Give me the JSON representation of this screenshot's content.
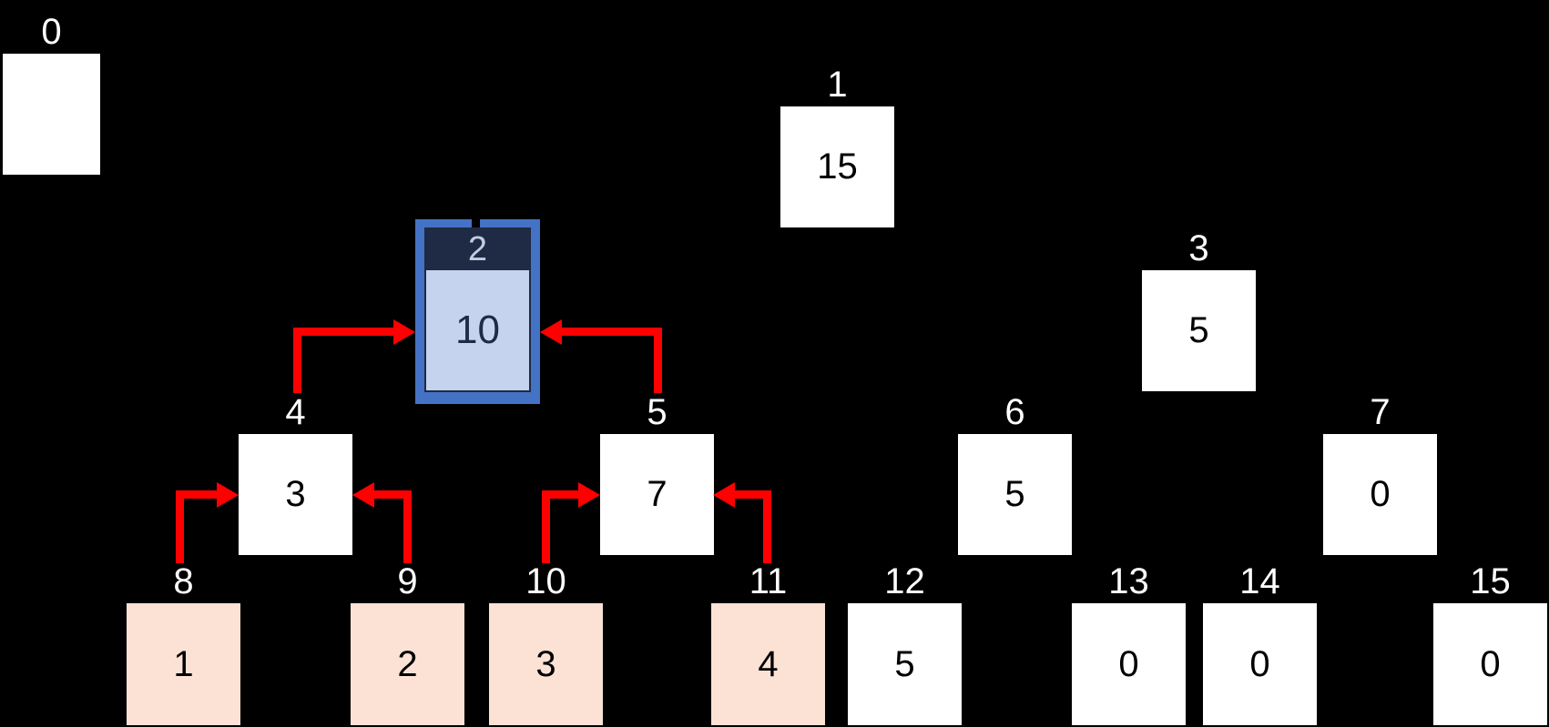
{
  "diagram": {
    "kind": "segment-tree-array",
    "background": "#000000"
  },
  "colors": {
    "node_fill": "#ffffff",
    "leaf_fill": "#fbe2d5",
    "selected_border": "#4472c4",
    "selected_header_bg": "#1f2a44",
    "selected_header_text": "#c3cce0",
    "selected_body_bg": "#c5d3ee",
    "selected_body_text": "#1f2a44",
    "arrow": "#ff0000",
    "index_label_text": "#ffffff",
    "value_text": "#000000"
  },
  "nodes": [
    {
      "id": "0",
      "label": "0",
      "value": "",
      "style": "empty"
    },
    {
      "id": "1",
      "label": "1",
      "value": "15",
      "style": "plain"
    },
    {
      "id": "2",
      "label": "2",
      "value": "10",
      "style": "selected"
    },
    {
      "id": "3",
      "label": "3",
      "value": "5",
      "style": "plain"
    },
    {
      "id": "4",
      "label": "4",
      "value": "3",
      "style": "plain"
    },
    {
      "id": "5",
      "label": "5",
      "value": "7",
      "style": "plain"
    },
    {
      "id": "6",
      "label": "6",
      "value": "5",
      "style": "plain"
    },
    {
      "id": "7",
      "label": "7",
      "value": "0",
      "style": "plain"
    },
    {
      "id": "8",
      "label": "8",
      "value": "1",
      "style": "leaf"
    },
    {
      "id": "9",
      "label": "9",
      "value": "2",
      "style": "leaf"
    },
    {
      "id": "10",
      "label": "10",
      "value": "3",
      "style": "leaf"
    },
    {
      "id": "11",
      "label": "11",
      "value": "4",
      "style": "leaf"
    },
    {
      "id": "12",
      "label": "12",
      "value": "5",
      "style": "plain"
    },
    {
      "id": "13",
      "label": "13",
      "value": "0",
      "style": "plain"
    },
    {
      "id": "14",
      "label": "14",
      "value": "0",
      "style": "plain"
    },
    {
      "id": "15",
      "label": "15",
      "value": "0",
      "style": "plain"
    }
  ],
  "arrows": [
    {
      "from": "8",
      "to": "4"
    },
    {
      "from": "9",
      "to": "4"
    },
    {
      "from": "10",
      "to": "5"
    },
    {
      "from": "11",
      "to": "5"
    },
    {
      "from": "4",
      "to": "2"
    },
    {
      "from": "5",
      "to": "2"
    }
  ]
}
